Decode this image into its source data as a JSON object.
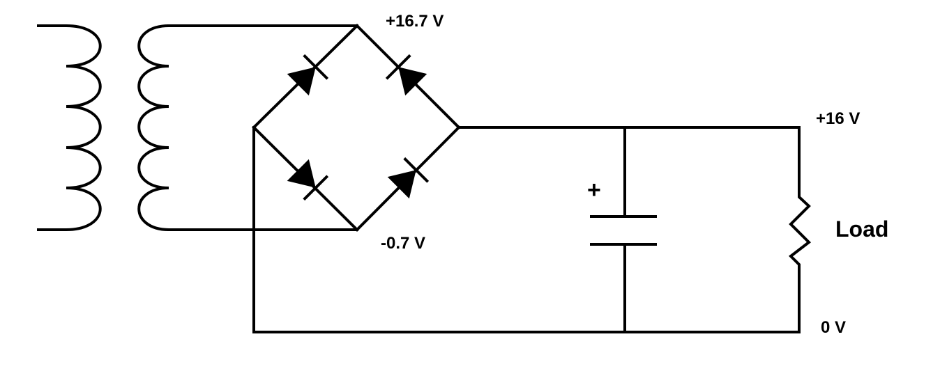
{
  "labels": {
    "top_node": "+16.7 V",
    "bottom_node": "-0.7 V",
    "output_positive": "+16 V",
    "ground": "0 V",
    "load": "Load",
    "capacitor_polarity": "+"
  },
  "colors": {
    "wire": "#000000",
    "polarity_mark": "#e00000",
    "background": "#ffffff"
  }
}
